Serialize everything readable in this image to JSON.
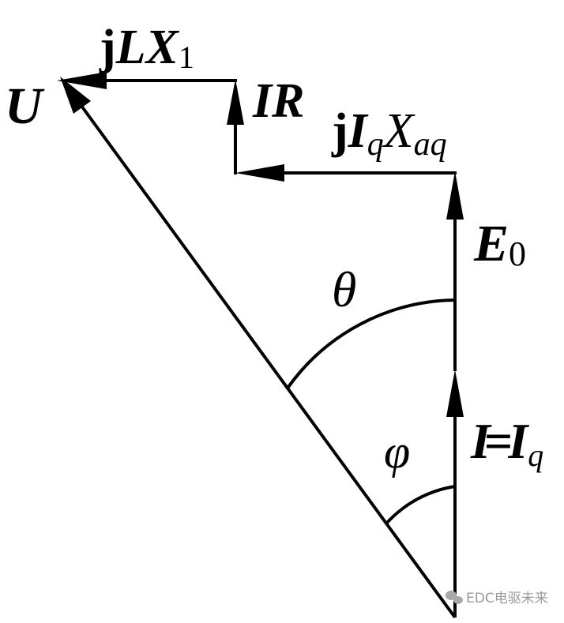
{
  "labels": {
    "u": "U",
    "jlx1": {
      "j": "j",
      "main": "LX",
      "sub": "1"
    },
    "ir": "IR",
    "jiqxaq": {
      "j": "j",
      "i": "I",
      "i_sub": "q",
      "x": "X",
      "x_sub": "aq"
    },
    "e0": {
      "main": "E",
      "sub": "0"
    },
    "i_eq_iq": {
      "left": "I",
      "eq": "=",
      "right": "I",
      "sub": "q"
    },
    "theta": "θ",
    "phi": "φ"
  },
  "watermark": "EDC电驱未来"
}
